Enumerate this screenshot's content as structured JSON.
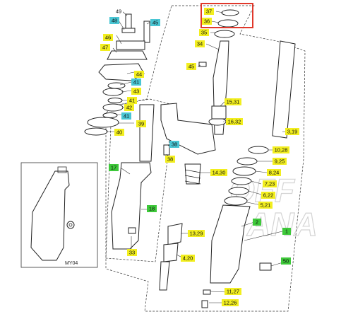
{
  "colors": {
    "yellow": "#f2ee1f",
    "cyan": "#49c6d4",
    "green": "#3ec93a",
    "highlight": "#e0382b"
  },
  "watermark": {
    "line1": "OFF",
    "line2": "ANA"
  },
  "inset_label": "MY04",
  "labels": {
    "p49": "49",
    "p48": "48",
    "p45a": "45",
    "p46": "46",
    "p47": "47",
    "p44": "44",
    "p41a": "41",
    "p43": "43",
    "p41b": "41",
    "p42": "42",
    "p41c": "41",
    "p39": "39",
    "p40": "40",
    "p37": "37",
    "p36": "36",
    "p35": "35",
    "p34": "34",
    "p45b": "45",
    "p15_31": "15,31",
    "p16_32": "16,32",
    "p3_19": "3,19",
    "p10_28": "10,28",
    "p9_25": "9,25",
    "p8_24": "8,24",
    "p7_23": "7,23",
    "p6_22": "6,22",
    "p5_21": "5,21",
    "p38a": "38",
    "p38b": "38",
    "p14_30": "14,30",
    "p17": "17",
    "p18": "18",
    "p13_29": "13,29",
    "p33": "33",
    "p4_20": "4,20",
    "p2": "2",
    "p1": "1",
    "p50": "50",
    "p11_27": "11,27",
    "p12_26": "12,26"
  }
}
